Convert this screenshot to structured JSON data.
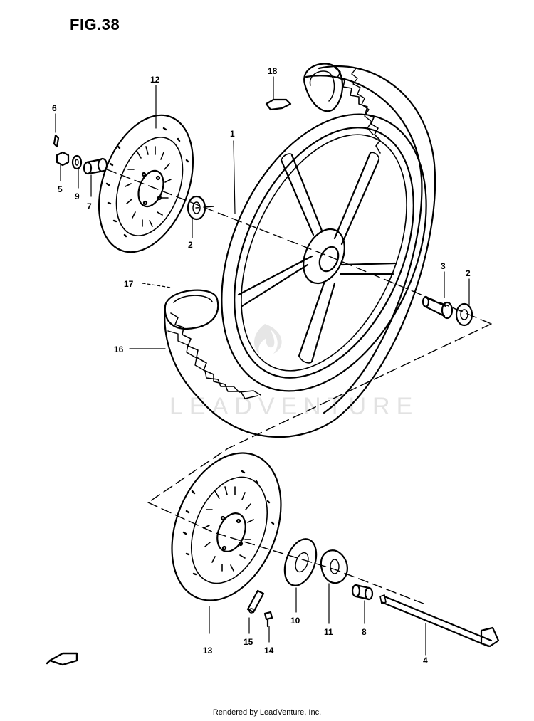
{
  "figure": {
    "title": "FIG.38"
  },
  "watermark": {
    "text": "LEADVENTURE"
  },
  "footer": {
    "text": "Rendered by LeadVenture, Inc."
  },
  "callouts": {
    "c1": "1",
    "c2a": "2",
    "c2b": "2",
    "c3": "3",
    "c4": "4",
    "c5": "5",
    "c6": "6",
    "c7": "7",
    "c8": "8",
    "c9": "9",
    "c10": "10",
    "c11": "11",
    "c12": "12",
    "c13": "13",
    "c14": "14",
    "c15": "15",
    "c16": "16",
    "c17": "17",
    "c18": "18"
  },
  "colors": {
    "line": "#000000",
    "background": "#ffffff",
    "watermark": "#e2e2e2"
  }
}
